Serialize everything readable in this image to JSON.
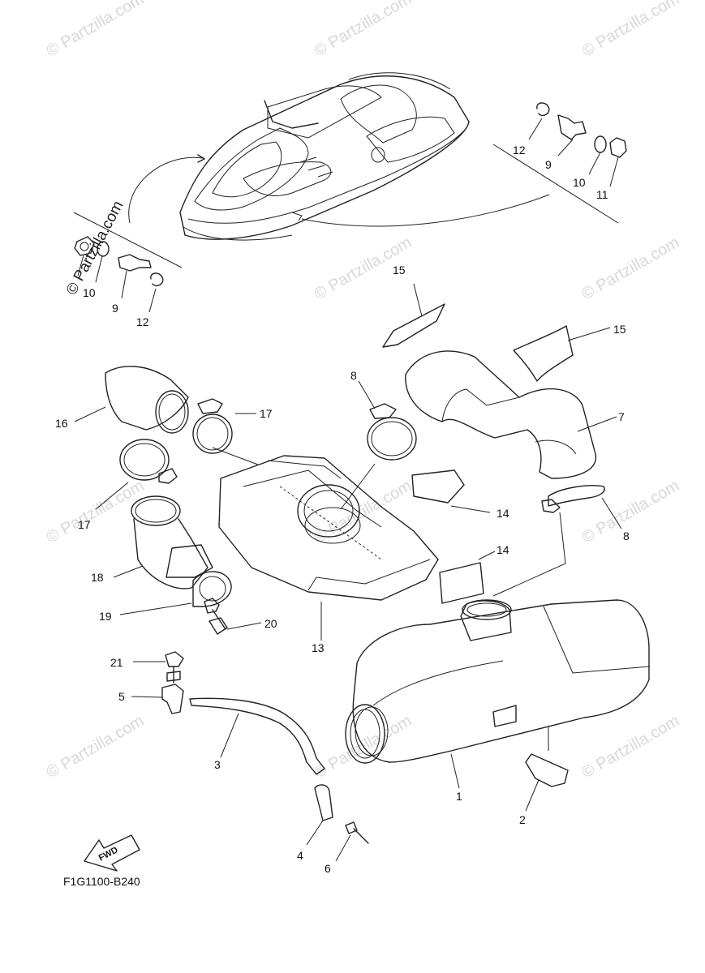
{
  "watermark": "© Partzilla.com",
  "diagram_code": "F1G1100-B240",
  "fwd_label": "FWD",
  "callouts": [
    {
      "id": "c1",
      "text": "1"
    },
    {
      "id": "c2",
      "text": "2"
    },
    {
      "id": "c3",
      "text": "3"
    },
    {
      "id": "c4",
      "text": "4"
    },
    {
      "id": "c5",
      "text": "5"
    },
    {
      "id": "c6",
      "text": "6"
    },
    {
      "id": "c7",
      "text": "7"
    },
    {
      "id": "c8a",
      "text": "8"
    },
    {
      "id": "c8b",
      "text": "8"
    },
    {
      "id": "c9a",
      "text": "9"
    },
    {
      "id": "c9b",
      "text": "9"
    },
    {
      "id": "c10a",
      "text": "10"
    },
    {
      "id": "c10b",
      "text": "10"
    },
    {
      "id": "c11",
      "text": "11"
    },
    {
      "id": "c12a",
      "text": "12"
    },
    {
      "id": "c12b",
      "text": "12"
    },
    {
      "id": "c13",
      "text": "13"
    },
    {
      "id": "c14a",
      "text": "14"
    },
    {
      "id": "c14b",
      "text": "14"
    },
    {
      "id": "c15a",
      "text": "15"
    },
    {
      "id": "c15b",
      "text": "15"
    },
    {
      "id": "c16",
      "text": "16"
    },
    {
      "id": "c17a",
      "text": "17"
    },
    {
      "id": "c17b",
      "text": "17"
    },
    {
      "id": "c18",
      "text": "18"
    },
    {
      "id": "c19",
      "text": "19"
    },
    {
      "id": "c20",
      "text": "20"
    },
    {
      "id": "c21",
      "text": "21"
    }
  ]
}
